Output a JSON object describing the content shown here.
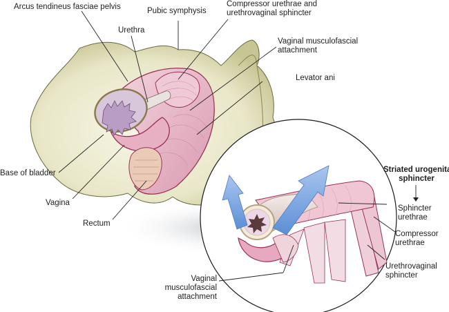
{
  "figure": {
    "title": "Female pelvic floor: urethral support and striated urogenital sphincter"
  },
  "labels": {
    "arcus": "Arcus tendineus fasciae pelvis",
    "pubic": "Pubic symphysis",
    "urethra": "Urethra",
    "compressor_top": [
      "Compressor urethrae and",
      "urethrovaginal sphincter"
    ],
    "vmfa_top": [
      "Vaginal musculofascial",
      "attachment"
    ],
    "levator": "Levator ani",
    "bladder": "Base of bladder",
    "vagina": "Vagina",
    "rectum": "Rectum"
  },
  "inset": {
    "heading": [
      "Striated urogenital",
      "sphincter"
    ],
    "sphincter_urethrae": [
      "Sphincter",
      "urethrae"
    ],
    "compressor_urethrae": [
      "Compressor",
      "urethrae"
    ],
    "urethrovaginal": [
      "Urethrovaginal",
      "sphincter"
    ],
    "vmfa": [
      "Vaginal",
      "musculofascial",
      "attachment"
    ]
  },
  "colors": {
    "bone": "#ecebd0",
    "bone_shadow": "#c9c79a",
    "muscle": "#e8b9c8",
    "muscle_dark": "#a3345a",
    "mucosa": "#c8a6c8",
    "arrow": "#7ea8e0",
    "leader": "#222222"
  }
}
